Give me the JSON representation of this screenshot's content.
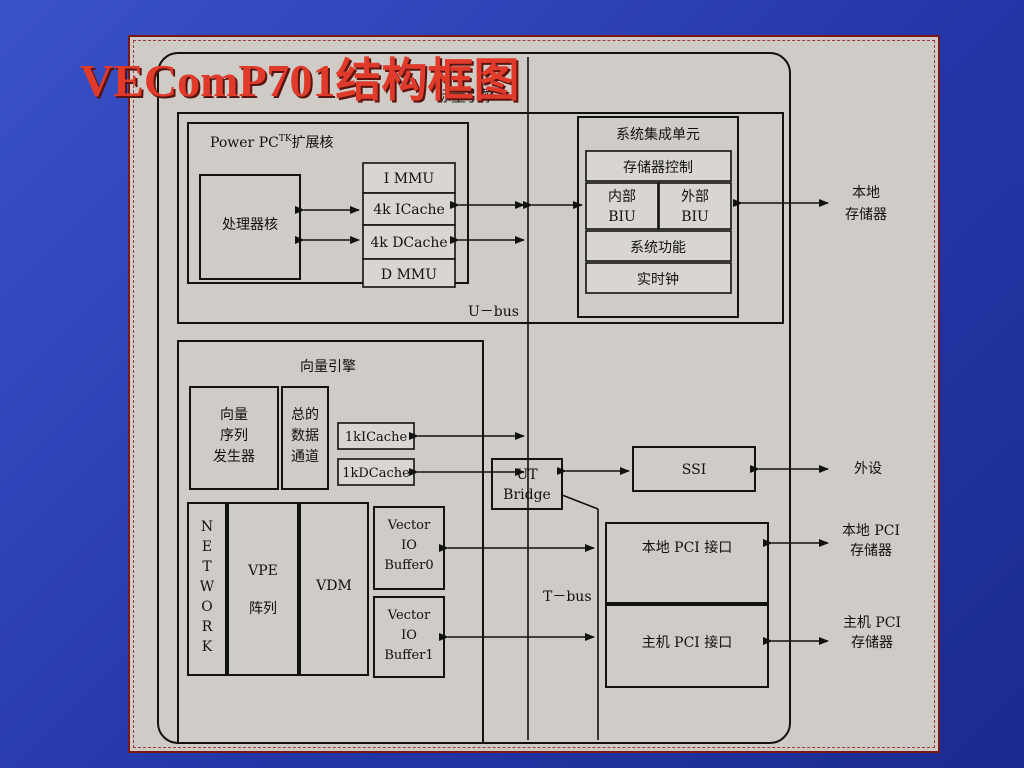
{
  "title": "VEComP701结构框图",
  "diagram": {
    "top_engine_label": "标量引擎",
    "powerpc": "Power PC",
    "powerpc_sup": "TK",
    "powerpc_ext": "扩展核",
    "processor_core": "处理器核",
    "mmu_stack": [
      "I MMU",
      "4k ICache",
      "4k DCache",
      "D MMU"
    ],
    "sys_integration": "系统集成单元",
    "memory_control": "存储器控制",
    "internal_biu": [
      "内部",
      "BIU"
    ],
    "external_biu": [
      "外部",
      "BIU"
    ],
    "system_function": "系统功能",
    "rtc": "实时钟",
    "local_storage": [
      "本地",
      "存储器"
    ],
    "ubus": "U－bus",
    "vector_engine": "向量引擎",
    "vector_seq_gen": [
      "向量",
      "序列",
      "发生器"
    ],
    "total_data_channel": [
      "总的",
      "数据",
      "通道"
    ],
    "kicache": "1kICache",
    "kdcache": "1kDCache",
    "network_letters": [
      "N",
      "E",
      "T",
      "W",
      "O",
      "R",
      "K"
    ],
    "vpe": "VPE",
    "vpe_array": "阵列",
    "vdm": "VDM",
    "vio0": [
      "Vector",
      "IO",
      "Buffer0"
    ],
    "vio1": [
      "Vector",
      "IO",
      "Buffer1"
    ],
    "ut_bridge": [
      "UT",
      "Bridge"
    ],
    "ssi": "SSI",
    "peripheral": "外设",
    "local_pci_if": "本地 PCI 接口",
    "local_pci_mem": [
      "本地 PCI",
      "存储器"
    ],
    "tbus": "T－bus",
    "host_pci_if": "主机 PCI 接口",
    "host_pci_mem": [
      "主机 PCI",
      "存储器"
    ]
  }
}
